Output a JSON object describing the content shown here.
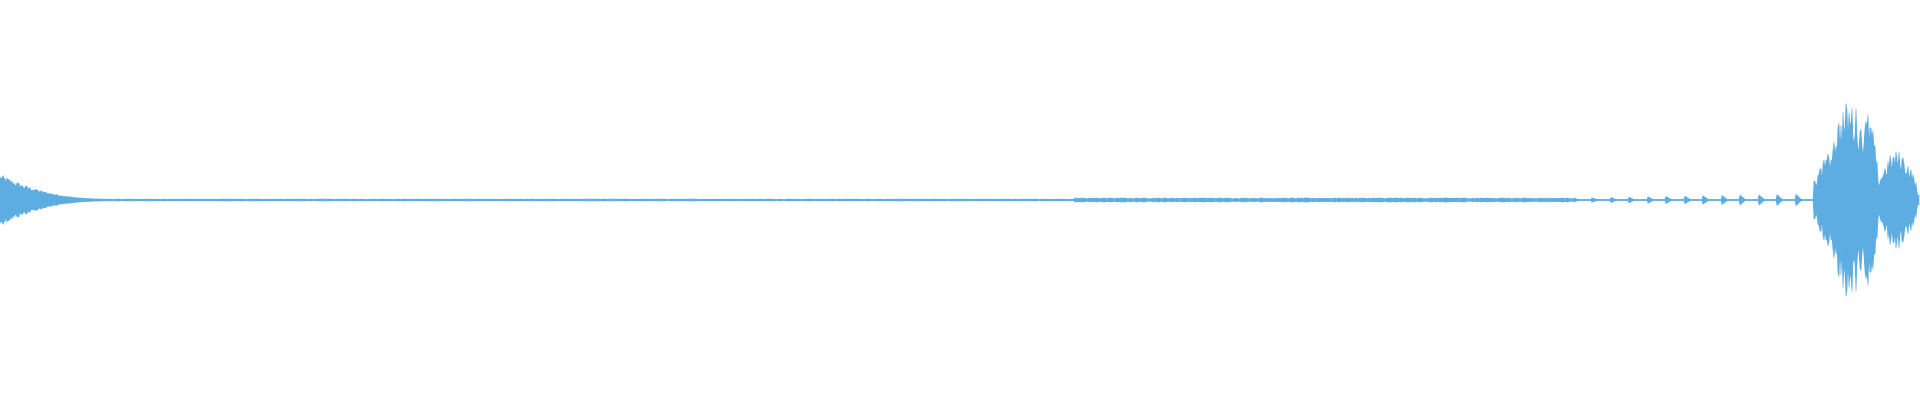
{
  "waveform": {
    "color": "#5DADE2",
    "background": "#FFFFFF",
    "baseline_level": 0.006,
    "segments": [
      {
        "kind": "decay",
        "start": 0.0,
        "end": 0.055,
        "peak": 0.26,
        "floor": 0.01
      },
      {
        "kind": "noise",
        "start": 0.055,
        "end": 0.56,
        "level": 0.006,
        "jitter": 0.004
      },
      {
        "kind": "noise",
        "start": 0.56,
        "end": 0.82,
        "level": 0.012,
        "jitter": 0.01
      },
      {
        "kind": "ticks",
        "start": 0.82,
        "end": 0.945,
        "count": 14,
        "level_start": 0.02,
        "level_end": 0.06
      },
      {
        "kind": "burst",
        "start": 0.945,
        "end": 0.97,
        "peak": 0.55
      },
      {
        "kind": "burst",
        "start": 0.952,
        "end": 0.975,
        "peak": 1.0
      },
      {
        "kind": "burst",
        "start": 0.968,
        "end": 0.978,
        "peak": 0.88
      },
      {
        "kind": "burst",
        "start": 0.978,
        "end": 0.998,
        "peak": 0.5
      },
      {
        "kind": "burst",
        "start": 0.99,
        "end": 1.0,
        "peak": 0.15
      }
    ]
  }
}
